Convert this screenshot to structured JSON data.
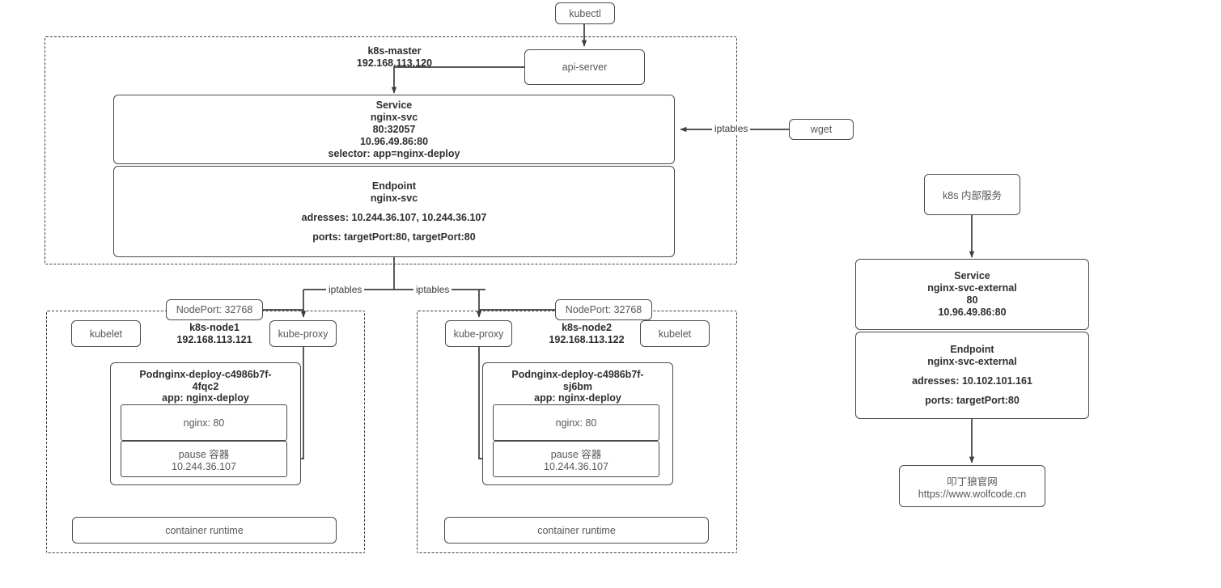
{
  "diagram": {
    "title": "Kubernetes Service / Endpoint traffic flow",
    "accent_border": "#4a4a4a",
    "text_color": "#3b3b3b"
  },
  "top": {
    "kubectl": "kubectl",
    "api_server": "api-server"
  },
  "master": {
    "caption_name": "k8s-master",
    "caption_ip": "192.168.113.120",
    "service": {
      "title": "Service",
      "name": "nginx-svc",
      "ports": "80:32057",
      "cluster_ip": "10.96.49.86:80",
      "selector": "selector: app=nginx-deploy"
    },
    "endpoint": {
      "title": "Endpoint",
      "name": "nginx-svc",
      "addresses": "adresses: 10.244.36.107, 10.244.36.107",
      "ports": "ports: targetPort:80, targetPort:80"
    }
  },
  "external_client": {
    "wget": "wget",
    "iptables_label": "iptables"
  },
  "branch_labels": {
    "left": "iptables",
    "right": "iptables"
  },
  "node1": {
    "nodeport": "NodePort: 32768",
    "caption_name": "k8s-node1",
    "caption_ip": "192.168.113.121",
    "kubelet": "kubelet",
    "kube_proxy": "kube-proxy",
    "pod": {
      "name_line1": "Podnginx-deploy-c4986b7f-",
      "name_line2": "4fqc2",
      "app": "app: nginx-deploy",
      "container_nginx": "nginx: 80",
      "container_pause_line1": "pause 容器",
      "container_pause_line2": "10.244.36.107"
    },
    "container_runtime": "container runtime"
  },
  "node2": {
    "nodeport": "NodePort: 32768",
    "caption_name": "k8s-node2",
    "caption_ip": "192.168.113.122",
    "kubelet": "kubelet",
    "kube_proxy": "kube-proxy",
    "pod": {
      "name_line1": "Podnginx-deploy-c4986b7f-",
      "name_line2": "sj6bm",
      "app": "app: nginx-deploy",
      "container_nginx": "nginx: 80",
      "container_pause_line1": "pause 容器",
      "container_pause_line2": "10.244.36.107"
    },
    "container_runtime": "container runtime"
  },
  "right_column": {
    "internal_service": "k8s 内部服务",
    "service": {
      "title": "Service",
      "name": "nginx-svc-external",
      "port": "80",
      "cluster_ip": "10.96.49.86:80"
    },
    "endpoint": {
      "title": "Endpoint",
      "name": "nginx-svc-external",
      "addresses": "adresses: 10.102.101.161",
      "ports": "ports: targetPort:80"
    },
    "website": {
      "name": "叩丁狼官网",
      "url": "https://www.wolfcode.cn"
    }
  }
}
